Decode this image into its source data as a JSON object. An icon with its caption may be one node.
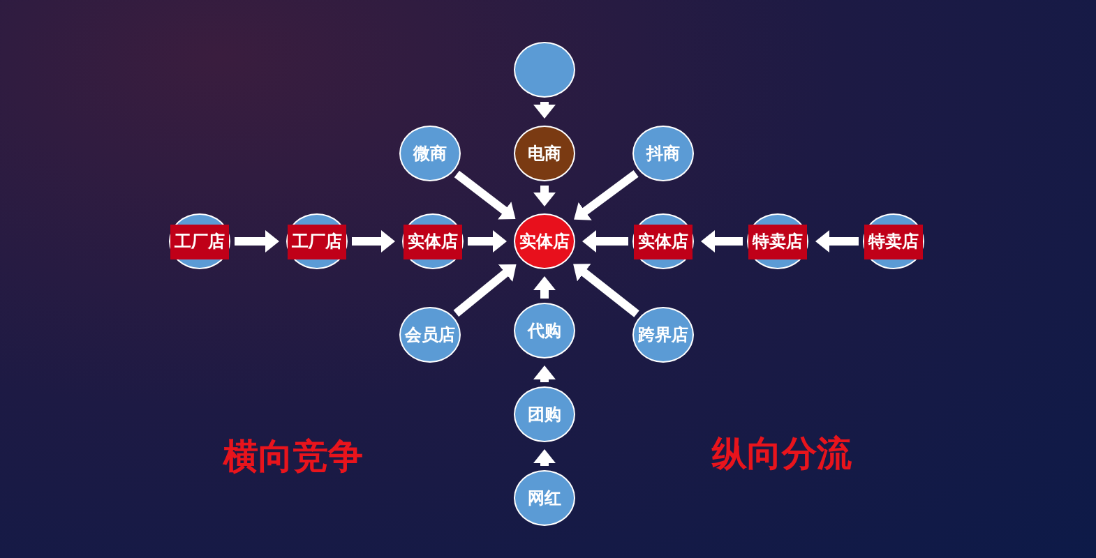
{
  "diagram": {
    "nodes": [
      {
        "text": [],
        "shape": "circle"
      },
      {
        "text": [
          "微商"
        ]
      },
      {
        "text": [
          "电商"
        ]
      },
      {
        "text": [
          "抖商"
        ]
      },
      {
        "text": [
          "工厂店"
        ]
      },
      {
        "text": [
          "工厂店"
        ]
      },
      {
        "text": [
          "实体店"
        ]
      },
      {
        "text": [
          "实体店"
        ]
      },
      {
        "text": [
          "实体店"
        ]
      },
      {
        "text": [
          "特卖店"
        ]
      },
      {
        "text": [
          "特卖店"
        ]
      },
      {
        "text": [
          "会员店"
        ]
      },
      {
        "text": [
          "代购"
        ]
      },
      {
        "text": [
          "跨界店"
        ]
      },
      {
        "text": [
          "团购"
        ]
      },
      {
        "text": [
          "网红"
        ]
      }
    ],
    "edges": [
      {
        "from": 0,
        "to": 2,
        "arrow": "to"
      },
      {
        "from": 1,
        "to": 7,
        "arrow": "to"
      },
      {
        "from": 2,
        "to": 7,
        "arrow": "to"
      },
      {
        "from": 3,
        "to": 7,
        "arrow": "to"
      },
      {
        "from": 4,
        "to": 5,
        "arrow": "to"
      },
      {
        "from": 5,
        "to": 6,
        "arrow": "to"
      },
      {
        "from": 6,
        "to": 7,
        "arrow": "to"
      },
      {
        "from": 8,
        "to": 7,
        "arrow": "to"
      },
      {
        "from": 9,
        "to": 8,
        "arrow": "to"
      },
      {
        "from": 10,
        "to": 9,
        "arrow": "to"
      },
      {
        "from": 11,
        "to": 7,
        "arrow": "to"
      },
      {
        "from": 12,
        "to": 7,
        "arrow": "to"
      },
      {
        "from": 13,
        "to": 7,
        "arrow": "to"
      },
      {
        "from": 14,
        "to": 12,
        "arrow": "to"
      },
      {
        "from": 15,
        "to": 14,
        "arrow": "to"
      }
    ],
    "labels": [
      "横向竞争",
      "纵向分流"
    ]
  }
}
